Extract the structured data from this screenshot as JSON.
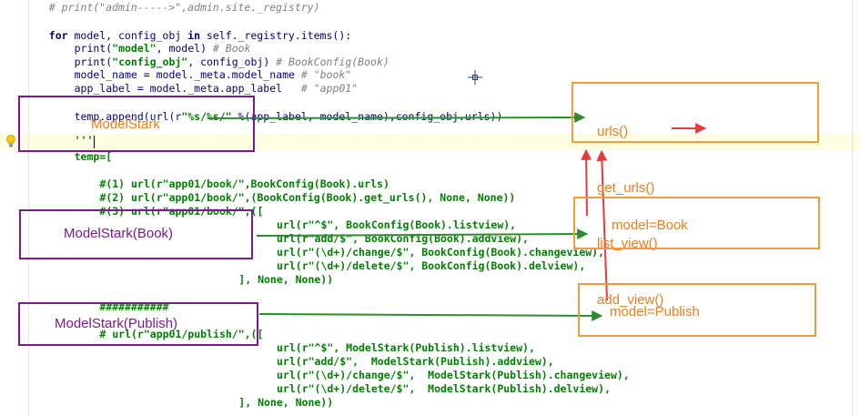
{
  "code_lines": [
    {
      "indent": 4,
      "segments": [
        {
          "cls": "cm",
          "text": "# print(\"admin----->\",admin.site._registry)"
        }
      ]
    },
    {
      "indent": 4,
      "segments": [
        {
          "cls": "kw",
          "text": "for"
        },
        {
          "cls": "tx",
          "text": " model, config_obj "
        },
        {
          "cls": "kw",
          "text": "in"
        },
        {
          "cls": "tx",
          "text": " self._registry.items():"
        }
      ]
    },
    {
      "indent": 8,
      "segments": [
        {
          "cls": "tx",
          "text": "print("
        },
        {
          "cls": "st",
          "text": "\"model\""
        },
        {
          "cls": "tx",
          "text": ", model) "
        },
        {
          "cls": "cm",
          "text": "# Book"
        }
      ]
    },
    {
      "indent": 8,
      "segments": [
        {
          "cls": "tx",
          "text": "print("
        },
        {
          "cls": "st",
          "text": "\"config_obj\""
        },
        {
          "cls": "tx",
          "text": ", config_obj) "
        },
        {
          "cls": "cm",
          "text": "# BookConfig(Book)"
        }
      ]
    },
    {
      "indent": 8,
      "segments": [
        {
          "cls": "tx",
          "text": "model_name = model._meta.model_name "
        },
        {
          "cls": "cm",
          "text": "# \"book\""
        }
      ]
    },
    {
      "indent": 8,
      "segments": [
        {
          "cls": "tx",
          "text": "app_label = model._meta.app_label   "
        },
        {
          "cls": "cm",
          "text": "# \"app01\""
        }
      ]
    },
    {
      "indent": 0,
      "segments": []
    },
    {
      "indent": 8,
      "segments": [
        {
          "cls": "tx",
          "text": "temp.append(url(r"
        },
        {
          "cls": "st",
          "text": "\"%s/%s/\""
        },
        {
          "cls": "tx",
          "text": " %(app_label, model_name),config_obj.urls))"
        }
      ]
    },
    {
      "indent": 8,
      "segments": [
        {
          "cls": "st",
          "text": "'''"
        }
      ]
    },
    {
      "indent": 8,
      "segments": [
        {
          "cls": "st",
          "text": "temp=["
        }
      ]
    },
    {
      "indent": 0,
      "segments": []
    },
    {
      "indent": 12,
      "segments": [
        {
          "cls": "st",
          "text": "#(1) url(r\"app01/book/\",BookConfig(Book).urls)"
        }
      ]
    },
    {
      "indent": 12,
      "segments": [
        {
          "cls": "st",
          "text": "#(2) url(r\"app01/book/\",(BookConfig(Book).get_urls(), None, None))"
        }
      ]
    },
    {
      "indent": 12,
      "segments": [
        {
          "cls": "st",
          "text": "#(3) url(r\"app01/book/\",(["
        }
      ]
    },
    {
      "indent": 40,
      "segments": [
        {
          "cls": "st",
          "text": "url(r\"^$\", BookConfig(Book).listview),"
        }
      ]
    },
    {
      "indent": 40,
      "segments": [
        {
          "cls": "st",
          "text": "url(r\"add/$\", BookConfig(Book).addview),"
        }
      ]
    },
    {
      "indent": 40,
      "segments": [
        {
          "cls": "st",
          "text": "url(r\"(\\d+)/change/$\", BookConfig(Book).changeview),"
        }
      ]
    },
    {
      "indent": 40,
      "segments": [
        {
          "cls": "st",
          "text": "url(r\"(\\d+)/delete/$\", BookConfig(Book).delview),"
        }
      ]
    },
    {
      "indent": 34,
      "segments": [
        {
          "cls": "st",
          "text": "], None, None))"
        }
      ]
    },
    {
      "indent": 0,
      "segments": []
    },
    {
      "indent": 12,
      "segments": [
        {
          "cls": "st",
          "text": "###########"
        }
      ]
    },
    {
      "indent": 12,
      "segments": [
        {
          "cls": "st",
          "text": "# url(r\"app01/publish/\",(["
        }
      ]
    },
    {
      "indent": 0,
      "segments": []
    },
    {
      "indent": 40,
      "segments": [
        {
          "cls": "st",
          "text": "url(r\"^$\", ModelStark(Publish).listview),"
        }
      ]
    },
    {
      "indent": 40,
      "segments": [
        {
          "cls": "st",
          "text": "url(r\"add/$\",  ModelStark(Publish).addview),"
        }
      ]
    },
    {
      "indent": 40,
      "segments": [
        {
          "cls": "st",
          "text": "url(r\"(\\d+)/change/$\",  ModelStark(Publish).changeview),"
        }
      ]
    },
    {
      "indent": 40,
      "segments": [
        {
          "cls": "st",
          "text": "url(r\"(\\d+)/delete/$\",  ModelStark(Publish).delview),"
        }
      ]
    },
    {
      "indent": 34,
      "segments": [
        {
          "cls": "st",
          "text": "], None, None))"
        }
      ]
    }
  ],
  "annotations": {
    "purple_labels": {
      "model_stark": "ModelStark",
      "model_stark_book": "ModelStark(Book)",
      "model_stark_publish": "ModelStark(Publish)"
    },
    "orange_methods": [
      "urls()",
      "get_urls()",
      "list_view()",
      "add_view()"
    ],
    "model_book": "model=Book",
    "model_publish": "model=Publish"
  },
  "colors": {
    "purple": "#7b1a8c",
    "orange": "#f39a3c",
    "orange_text": "#ef7d1a",
    "arrow_green": "#2e8b2e",
    "arrow_red": "#e83a3a",
    "keyword": "#000080",
    "string": "#008000",
    "comment": "#808080",
    "current_line": "#fdfde2"
  },
  "icons": {
    "intention_bulb": "lightbulb-icon",
    "mouse_pointer": "crosshair-icon"
  }
}
